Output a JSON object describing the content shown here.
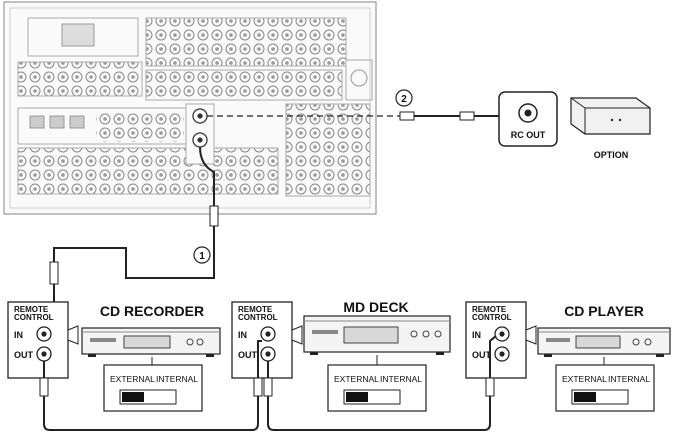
{
  "callouts": {
    "one": "1",
    "two": "2"
  },
  "rc_out_label": "RC OUT",
  "option_label": "OPTION",
  "devices": [
    {
      "name": "CD RECORDER",
      "remote_label_1": "REMOTE",
      "remote_label_2": "CONTROL",
      "in_label": "IN",
      "out_label": "OUT",
      "switch_external": "EXTERNAL",
      "switch_internal": "INTERNAL"
    },
    {
      "name": "MD DECK",
      "remote_label_1": "REMOTE",
      "remote_label_2": "CONTROL",
      "in_label": "IN",
      "out_label": "OUT",
      "switch_external": "EXTERNAL",
      "switch_internal": "INTERNAL"
    },
    {
      "name": "CD PLAYER",
      "remote_label_1": "REMOTE",
      "remote_label_2": "CONTROL",
      "in_label": "IN",
      "out_label": "OUT",
      "switch_external": "EXTERNAL",
      "switch_internal": "INTERNAL"
    }
  ]
}
